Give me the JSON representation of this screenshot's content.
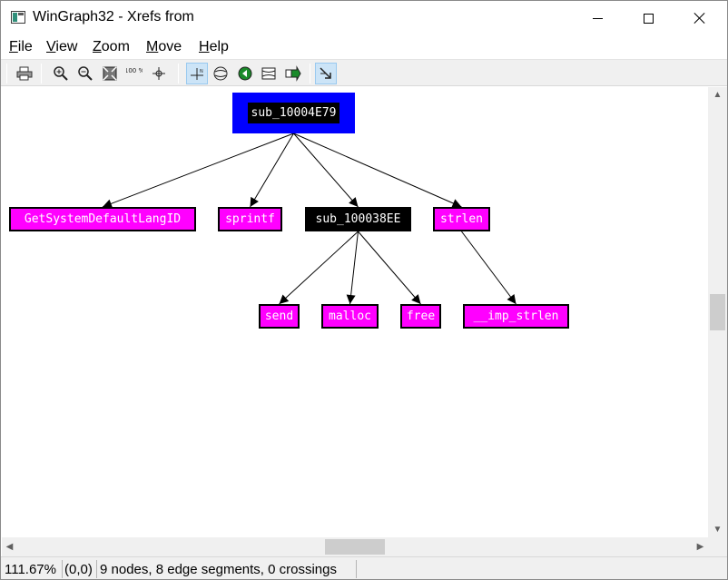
{
  "window": {
    "title": "WinGraph32 - Xrefs from"
  },
  "menu": {
    "file": {
      "accel": "F",
      "rest": "ile"
    },
    "view": {
      "accel": "V",
      "rest": "iew"
    },
    "zoom": {
      "accel": "Z",
      "rest": "oom"
    },
    "move": {
      "accel": "M",
      "rest": "ove"
    },
    "help": {
      "accel": "H",
      "rest": "elp"
    }
  },
  "toolbar": {
    "zoom_100_label": "100 %"
  },
  "colors": {
    "root_node_fill": "#0000ff",
    "root_node_label_bg": "#000000",
    "function_node_fill": "#000000",
    "import_node_fill": "#ff00ff",
    "node_text_light": "#ffffff",
    "node_text_import": "#ffffff",
    "edge": "#000000"
  },
  "graph": {
    "nodes": [
      {
        "id": "root",
        "label": "sub_10004E79",
        "kind": "root"
      },
      {
        "id": "n1",
        "label": "GetSystemDefaultLangID",
        "kind": "import"
      },
      {
        "id": "n2",
        "label": "sprintf",
        "kind": "import"
      },
      {
        "id": "n3",
        "label": "sub_100038EE",
        "kind": "function"
      },
      {
        "id": "n4",
        "label": "strlen",
        "kind": "import"
      },
      {
        "id": "n5",
        "label": "send",
        "kind": "import"
      },
      {
        "id": "n6",
        "label": "malloc",
        "kind": "import"
      },
      {
        "id": "n7",
        "label": "free",
        "kind": "import"
      },
      {
        "id": "n8",
        "label": "__imp_strlen",
        "kind": "import"
      }
    ],
    "edges": [
      {
        "from": "root",
        "to": "n1"
      },
      {
        "from": "root",
        "to": "n2"
      },
      {
        "from": "root",
        "to": "n3"
      },
      {
        "from": "root",
        "to": "n4"
      },
      {
        "from": "n3",
        "to": "n5"
      },
      {
        "from": "n3",
        "to": "n6"
      },
      {
        "from": "n3",
        "to": "n7"
      },
      {
        "from": "n4",
        "to": "n8"
      }
    ]
  },
  "status": {
    "zoom": "111.67%",
    "position": "(0,0)",
    "info": "9 nodes, 8 edge segments, 0 crossings"
  }
}
